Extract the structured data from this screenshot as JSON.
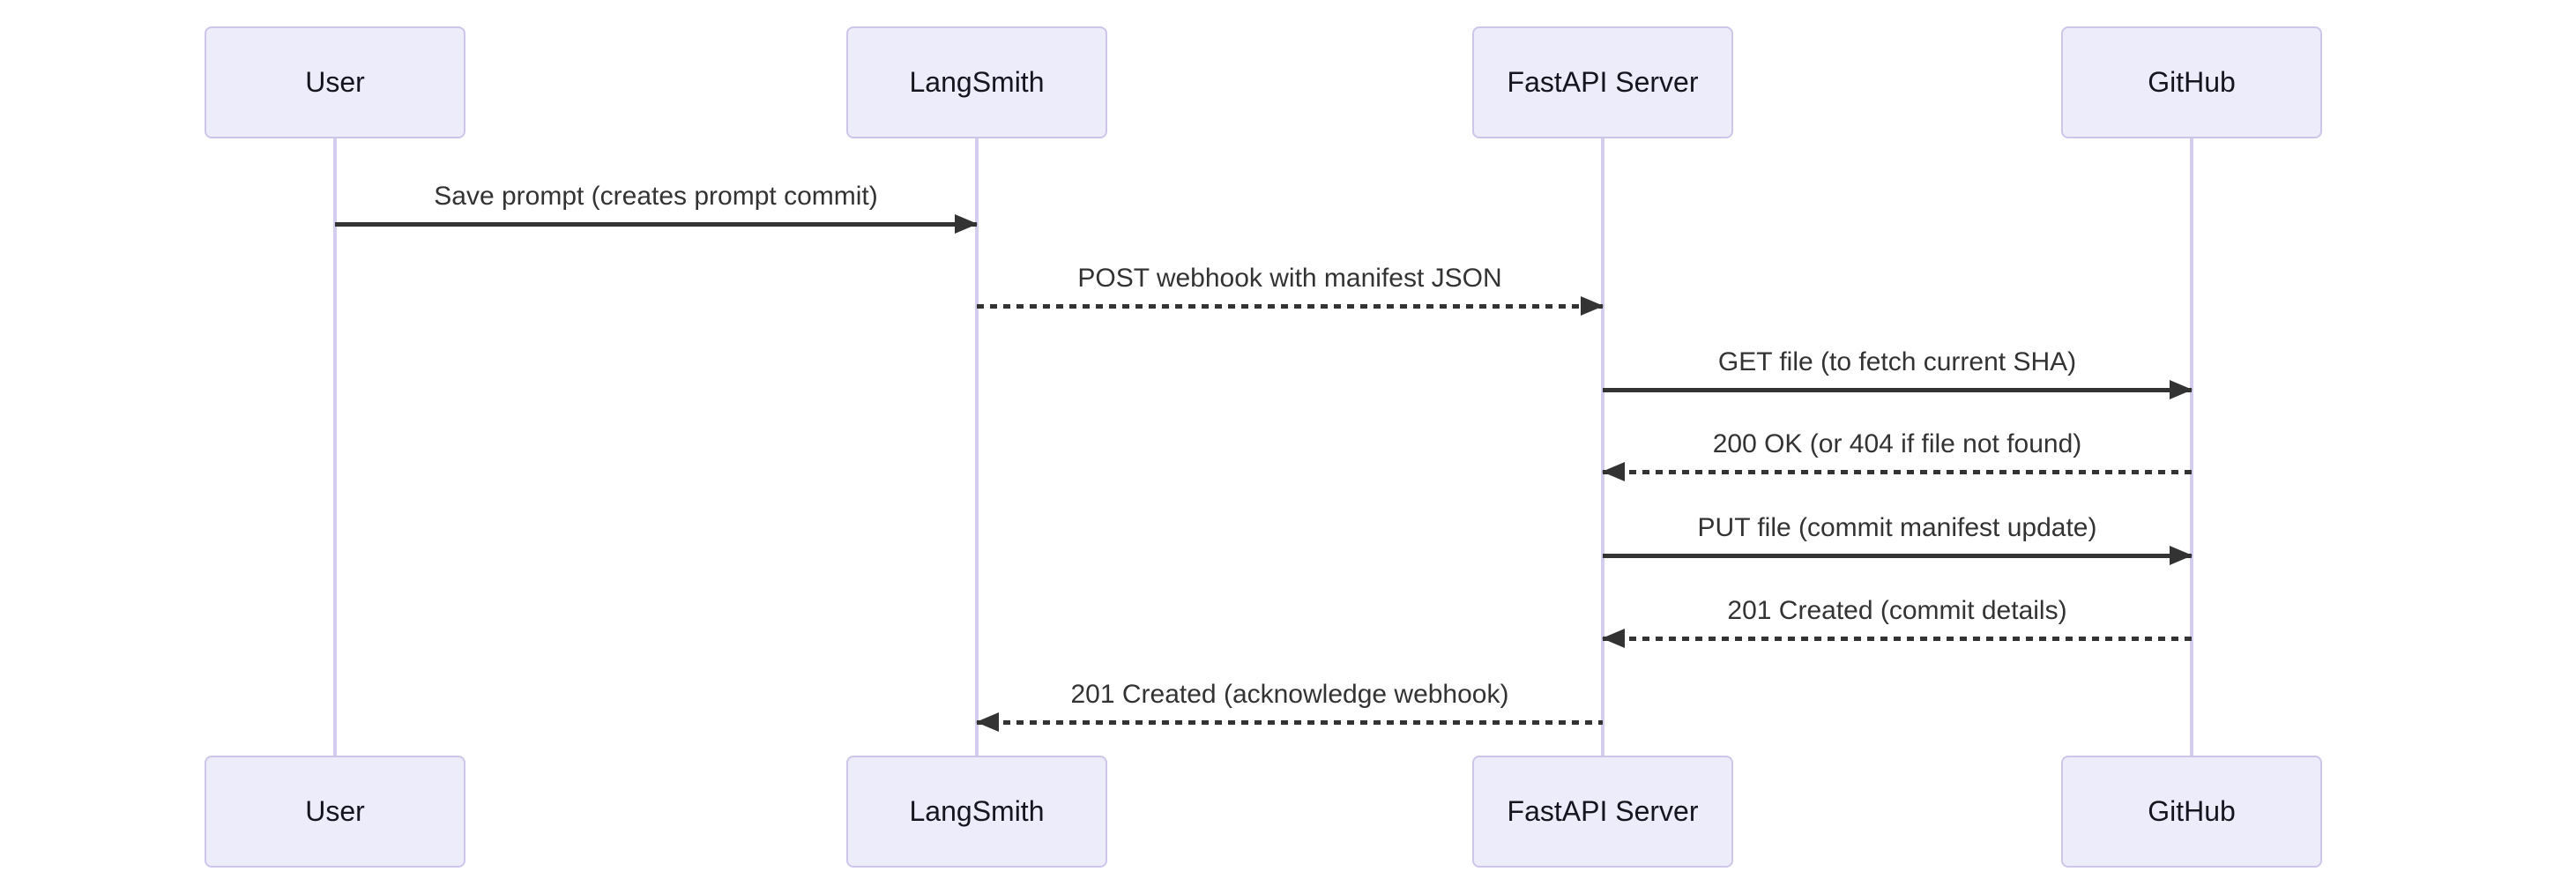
{
  "diagram": {
    "type": "sequence-diagram",
    "background": "#ffffff",
    "colors": {
      "actor_fill": "#ececfb",
      "actor_border": "#cec6e9",
      "lifeline": "#d5cdee",
      "arrow": "#333333",
      "message_text": "#333333",
      "actor_text": "#15151f"
    },
    "actors": [
      {
        "id": "user",
        "label": "User"
      },
      {
        "id": "langsmith",
        "label": "LangSmith"
      },
      {
        "id": "fastapi",
        "label": "FastAPI Server"
      },
      {
        "id": "github",
        "label": "GitHub"
      }
    ],
    "messages": [
      {
        "from": "User",
        "to": "LangSmith",
        "label": "Save prompt (creates prompt commit)",
        "line": "solid",
        "direction": "right"
      },
      {
        "from": "LangSmith",
        "to": "FastAPI Server",
        "label": "POST webhook with manifest JSON",
        "line": "dashed",
        "direction": "right"
      },
      {
        "from": "FastAPI Server",
        "to": "GitHub",
        "label": "GET file (to fetch current SHA)",
        "line": "solid",
        "direction": "right"
      },
      {
        "from": "GitHub",
        "to": "FastAPI Server",
        "label": "200 OK (or 404 if file not found)",
        "line": "dashed",
        "direction": "left"
      },
      {
        "from": "FastAPI Server",
        "to": "GitHub",
        "label": "PUT file (commit manifest update)",
        "line": "solid",
        "direction": "right"
      },
      {
        "from": "GitHub",
        "to": "FastAPI Server",
        "label": "201 Created (commit details)",
        "line": "dashed",
        "direction": "left"
      },
      {
        "from": "FastAPI Server",
        "to": "LangSmith",
        "label": "201 Created (acknowledge webhook)",
        "line": "dashed",
        "direction": "left"
      }
    ]
  }
}
